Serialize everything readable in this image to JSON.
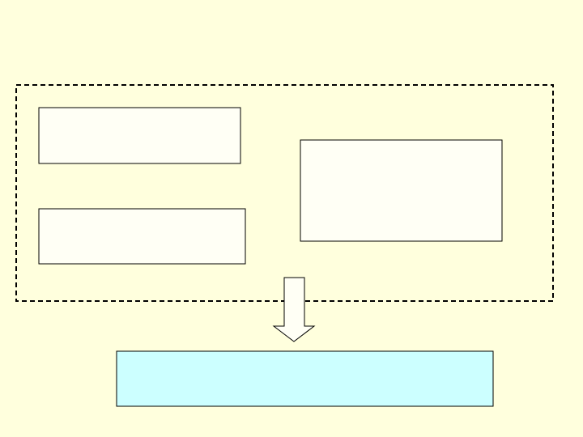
{
  "diagram": {
    "background_color": "#FFFFDD",
    "box_fill": "#FFFFF5",
    "output_fill": "#CCFFFF",
    "stroke_color": "#000000",
    "group": {
      "label": ""
    },
    "boxes": [
      {
        "id": "box-top-left",
        "label": ""
      },
      {
        "id": "box-bottom-left",
        "label": ""
      },
      {
        "id": "box-right",
        "label": ""
      }
    ],
    "output": {
      "label": ""
    },
    "arrow": {
      "direction": "down"
    }
  }
}
